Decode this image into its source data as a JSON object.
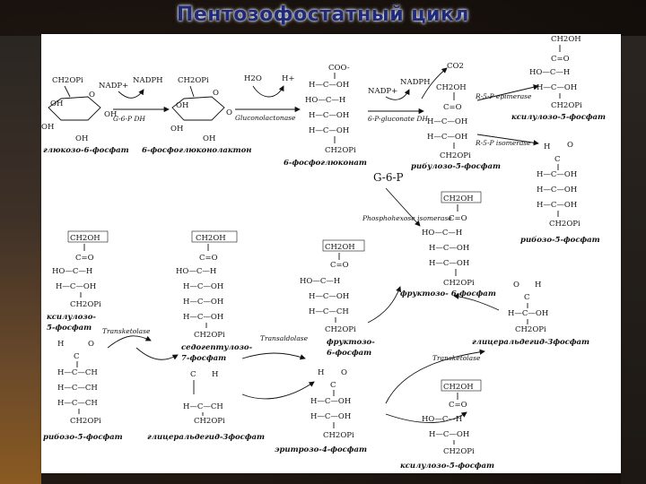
{
  "title": "Пентозофостатный цикл",
  "groups": {
    "ch2opi": "CH2OPi",
    "ch2oh": "CH2OH",
    "ch2oh_box": "CH2OH",
    "hcoh": "H—C—OH",
    "hoch": "HO—C—H",
    "co": "C=O",
    "coo": "C—O",
    "oh": "OH",
    "h": "H",
    "o": "O",
    "c": "C",
    "coo_minus": "COO-",
    "h_c_h": "H—C—CH",
    "h_c_h2": "H—C—CH"
  },
  "reagents": {
    "nadp_plus": "NADP+",
    "nadph": "NADPH",
    "h2o": "H2O",
    "h_plus": "H+",
    "co2": "CO2"
  },
  "enzymes": {
    "g6pdh": "G-6-P DH",
    "gluconolactonase": "Gluconolactonase",
    "p6gluconate_dh": "6-P-gluconate DH",
    "r5p_epimerase": "R-5-P epimerase",
    "r5p_isomerase": "R-5-P isomerase",
    "g6p": "G-6-P",
    "phosphohexose_isomerase": "Phosphohexose isomerase",
    "transketolase": "Transketolase",
    "transaldolase": "Transaldolase"
  },
  "labels": {
    "glucose6p": "глюкозо-6-фосфат",
    "phosphogluconolactone": "6-фосфоглюконолактон",
    "phosphogluconate": "6-фосфоглюконат",
    "ribulose5p": "рибулозо-5-фосфат",
    "xylulose5p_top": "ксилулозо-5-фосфат",
    "ribose5p_right": "рибозо-5-фосфат",
    "fructose6p_mid": "фруктозо- 6-фосфат",
    "xylulose5p_left_1": "ксилулозо-",
    "xylulose5p_left_2": "5-фосфат",
    "sedoheptulose_1": "седогептулозо-",
    "sedoheptulose_2": "7-фосфат",
    "fructose6p_low_1": "фруктозо-",
    "fructose6p_low_2": "6-фосфат",
    "glyceraldehyde3p_right": "глицеральдегид-3фосфат",
    "ribose5p_left": "рибозо-5-фосфат",
    "glyceraldehyde3p_bottom": "глицеральдегид-3фосфат",
    "erythrose4p": "эритрозо-4-фосфат",
    "xylulose5p_bottom": "ксилулозо-5-фосфат"
  }
}
